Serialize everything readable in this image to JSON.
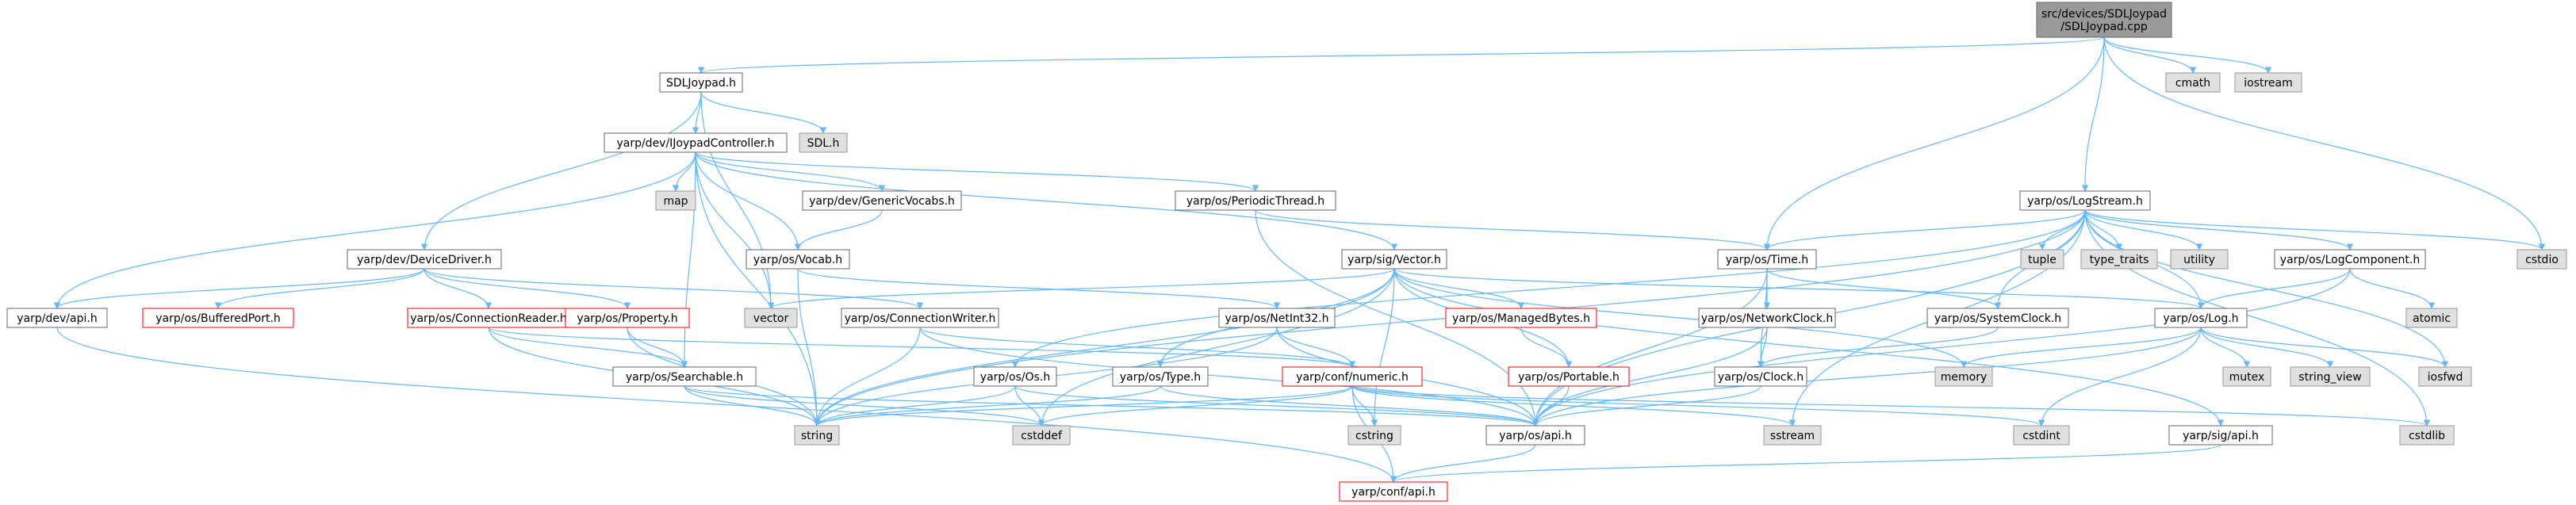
{
  "diagram": {
    "type": "include-dependency-graph",
    "colors": {
      "edge": "#63b8ff",
      "root_fill": "#999999",
      "root_border": "#666666",
      "normal_fill": "#ffffff",
      "normal_border": "#666666",
      "missing_fill": "#ffffff",
      "missing_border": "#ff0000",
      "system_fill": "#e0e0e0",
      "system_border": "#999999"
    },
    "nodes": [
      {
        "id": "root",
        "lines": [
          "src/devices/SDLJoypad",
          "/SDLJoypad.cpp"
        ],
        "kind": "root"
      },
      {
        "id": "sdljoypad_h",
        "lines": [
          "SDLJoypad.h"
        ],
        "kind": "normal"
      },
      {
        "id": "sdl_h",
        "lines": [
          "SDL.h"
        ],
        "kind": "system"
      },
      {
        "id": "cmath",
        "lines": [
          "cmath"
        ],
        "kind": "system"
      },
      {
        "id": "iostream",
        "lines": [
          "iostream"
        ],
        "kind": "system"
      },
      {
        "id": "ijoypad",
        "lines": [
          "yarp/dev/IJoypadController.h"
        ],
        "kind": "normal"
      },
      {
        "id": "map",
        "lines": [
          "map"
        ],
        "kind": "system"
      },
      {
        "id": "genericvocabs",
        "lines": [
          "yarp/dev/GenericVocabs.h"
        ],
        "kind": "normal"
      },
      {
        "id": "periodicthread",
        "lines": [
          "yarp/os/PeriodicThread.h"
        ],
        "kind": "normal"
      },
      {
        "id": "logstream",
        "lines": [
          "yarp/os/LogStream.h"
        ],
        "kind": "normal"
      },
      {
        "id": "devicedriver",
        "lines": [
          "yarp/dev/DeviceDriver.h"
        ],
        "kind": "normal"
      },
      {
        "id": "vocab",
        "lines": [
          "yarp/os/Vocab.h"
        ],
        "kind": "normal"
      },
      {
        "id": "sigvector",
        "lines": [
          "yarp/sig/Vector.h"
        ],
        "kind": "normal"
      },
      {
        "id": "time",
        "lines": [
          "yarp/os/Time.h"
        ],
        "kind": "normal"
      },
      {
        "id": "tuple",
        "lines": [
          "tuple"
        ],
        "kind": "system"
      },
      {
        "id": "type_traits",
        "lines": [
          "type_traits"
        ],
        "kind": "system"
      },
      {
        "id": "utility",
        "lines": [
          "utility"
        ],
        "kind": "system"
      },
      {
        "id": "logcomponent",
        "lines": [
          "yarp/os/LogComponent.h"
        ],
        "kind": "normal"
      },
      {
        "id": "cstdio",
        "lines": [
          "cstdio"
        ],
        "kind": "system"
      },
      {
        "id": "devapi",
        "lines": [
          "yarp/dev/api.h"
        ],
        "kind": "normal"
      },
      {
        "id": "bufferedport",
        "lines": [
          "yarp/os/BufferedPort.h"
        ],
        "kind": "missing"
      },
      {
        "id": "connreader",
        "lines": [
          "yarp/os/ConnectionReader.h"
        ],
        "kind": "missing"
      },
      {
        "id": "property",
        "lines": [
          "yarp/os/Property.h"
        ],
        "kind": "missing"
      },
      {
        "id": "connwriter",
        "lines": [
          "yarp/os/ConnectionWriter.h"
        ],
        "kind": "normal"
      },
      {
        "id": "vector",
        "lines": [
          "vector"
        ],
        "kind": "system"
      },
      {
        "id": "nint32",
        "lines": [
          "yarp/os/NetInt32.h"
        ],
        "kind": "normal"
      },
      {
        "id": "managedbytes",
        "lines": [
          "yarp/os/ManagedBytes.h"
        ],
        "kind": "missing"
      },
      {
        "id": "networkclock",
        "lines": [
          "yarp/os/NetworkClock.h"
        ],
        "kind": "normal"
      },
      {
        "id": "systemclock",
        "lines": [
          "yarp/os/SystemClock.h"
        ],
        "kind": "normal"
      },
      {
        "id": "log",
        "lines": [
          "yarp/os/Log.h"
        ],
        "kind": "normal"
      },
      {
        "id": "atomic",
        "lines": [
          "atomic"
        ],
        "kind": "system"
      },
      {
        "id": "searchable",
        "lines": [
          "yarp/os/Searchable.h"
        ],
        "kind": "normal"
      },
      {
        "id": "os",
        "lines": [
          "yarp/os/Os.h"
        ],
        "kind": "normal"
      },
      {
        "id": "type",
        "lines": [
          "yarp/os/Type.h"
        ],
        "kind": "normal"
      },
      {
        "id": "numeric",
        "lines": [
          "yarp/conf/numeric.h"
        ],
        "kind": "missing"
      },
      {
        "id": "portable",
        "lines": [
          "yarp/os/Portable.h"
        ],
        "kind": "missing"
      },
      {
        "id": "clock",
        "lines": [
          "yarp/os/Clock.h"
        ],
        "kind": "normal"
      },
      {
        "id": "memory",
        "lines": [
          "memory"
        ],
        "kind": "system"
      },
      {
        "id": "mutex",
        "lines": [
          "mutex"
        ],
        "kind": "system"
      },
      {
        "id": "string_view",
        "lines": [
          "string_view"
        ],
        "kind": "system"
      },
      {
        "id": "iosfwd",
        "lines": [
          "iosfwd"
        ],
        "kind": "system"
      },
      {
        "id": "string",
        "lines": [
          "string"
        ],
        "kind": "system"
      },
      {
        "id": "cstddef",
        "lines": [
          "cstddef"
        ],
        "kind": "system"
      },
      {
        "id": "cstring",
        "lines": [
          "cstring"
        ],
        "kind": "system"
      },
      {
        "id": "osapi",
        "lines": [
          "yarp/os/api.h"
        ],
        "kind": "normal"
      },
      {
        "id": "sstream",
        "lines": [
          "sstream"
        ],
        "kind": "system"
      },
      {
        "id": "cstdint",
        "lines": [
          "cstdint"
        ],
        "kind": "system"
      },
      {
        "id": "sigapi",
        "lines": [
          "yarp/sig/api.h"
        ],
        "kind": "normal"
      },
      {
        "id": "cstdlib",
        "lines": [
          "cstdlib"
        ],
        "kind": "system"
      },
      {
        "id": "confapi",
        "lines": [
          "yarp/conf/api.h"
        ],
        "kind": "missing"
      }
    ],
    "edges": [
      [
        "root",
        "sdljoypad_h"
      ],
      [
        "root",
        "cmath"
      ],
      [
        "root",
        "iostream"
      ],
      [
        "root",
        "logstream"
      ],
      [
        "root",
        "time"
      ],
      [
        "root",
        "cstdio"
      ],
      [
        "sdljoypad_h",
        "sdl_h"
      ],
      [
        "sdljoypad_h",
        "ijoypad"
      ],
      [
        "sdljoypad_h",
        "devicedriver"
      ],
      [
        "sdljoypad_h",
        "vector"
      ],
      [
        "ijoypad",
        "map"
      ],
      [
        "ijoypad",
        "genericvocabs"
      ],
      [
        "ijoypad",
        "periodicthread"
      ],
      [
        "ijoypad",
        "sigvector"
      ],
      [
        "ijoypad",
        "vocab"
      ],
      [
        "ijoypad",
        "vector"
      ],
      [
        "ijoypad",
        "devapi"
      ],
      [
        "ijoypad",
        "searchable"
      ],
      [
        "ijoypad",
        "string"
      ],
      [
        "genericvocabs",
        "vocab"
      ],
      [
        "periodicthread",
        "time"
      ],
      [
        "periodicthread",
        "osapi"
      ],
      [
        "logstream",
        "tuple"
      ],
      [
        "logstream",
        "type_traits"
      ],
      [
        "logstream",
        "utility"
      ],
      [
        "logstream",
        "logcomponent"
      ],
      [
        "logstream",
        "cstdio"
      ],
      [
        "logstream",
        "time"
      ],
      [
        "logstream",
        "systemclock"
      ],
      [
        "logstream",
        "log"
      ],
      [
        "logstream",
        "os"
      ],
      [
        "logstream",
        "osapi"
      ],
      [
        "logstream",
        "string"
      ],
      [
        "logstream",
        "sstream"
      ],
      [
        "logstream",
        "iosfwd"
      ],
      [
        "logstream",
        "cstdlib"
      ],
      [
        "devicedriver",
        "devapi"
      ],
      [
        "devicedriver",
        "bufferedport"
      ],
      [
        "devicedriver",
        "connreader"
      ],
      [
        "devicedriver",
        "property"
      ],
      [
        "devicedriver",
        "connwriter"
      ],
      [
        "vocab",
        "nint32"
      ],
      [
        "vocab",
        "string"
      ],
      [
        "sigvector",
        "vector"
      ],
      [
        "sigvector",
        "managedbytes"
      ],
      [
        "sigvector",
        "portable"
      ],
      [
        "sigvector",
        "type"
      ],
      [
        "sigvector",
        "cstring"
      ],
      [
        "sigvector",
        "cstddef"
      ],
      [
        "sigvector",
        "log"
      ],
      [
        "sigvector",
        "sigapi"
      ],
      [
        "sigvector",
        "memory"
      ],
      [
        "sigvector",
        "string"
      ],
      [
        "time",
        "networkclock"
      ],
      [
        "time",
        "systemclock"
      ],
      [
        "time",
        "clock"
      ],
      [
        "time",
        "osapi"
      ],
      [
        "logcomponent",
        "atomic"
      ],
      [
        "logcomponent",
        "log"
      ],
      [
        "logcomponent",
        "osapi"
      ],
      [
        "devapi",
        "confapi"
      ],
      [
        "connreader",
        "searchable"
      ],
      [
        "connreader",
        "numeric"
      ],
      [
        "connreader",
        "string"
      ],
      [
        "property",
        "searchable"
      ],
      [
        "property",
        "string"
      ],
      [
        "connwriter",
        "numeric"
      ],
      [
        "connwriter",
        "osapi"
      ],
      [
        "connwriter",
        "string"
      ],
      [
        "nint32",
        "numeric"
      ],
      [
        "nint32",
        "string"
      ],
      [
        "nint32",
        "osapi"
      ],
      [
        "managedbytes",
        "portable"
      ],
      [
        "networkclock",
        "clock"
      ],
      [
        "networkclock",
        "osapi"
      ],
      [
        "systemclock",
        "clock"
      ],
      [
        "log",
        "memory"
      ],
      [
        "log",
        "mutex"
      ],
      [
        "log",
        "string_view"
      ],
      [
        "log",
        "iosfwd"
      ],
      [
        "log",
        "cstdint"
      ],
      [
        "log",
        "osapi"
      ],
      [
        "searchable",
        "string"
      ],
      [
        "searchable",
        "osapi"
      ],
      [
        "searchable",
        "cstddef"
      ],
      [
        "os",
        "string"
      ],
      [
        "os",
        "cstddef"
      ],
      [
        "os",
        "osapi"
      ],
      [
        "type",
        "string"
      ],
      [
        "type",
        "osapi"
      ],
      [
        "numeric",
        "cstddef"
      ],
      [
        "numeric",
        "cstring"
      ],
      [
        "numeric",
        "string"
      ],
      [
        "numeric",
        "sstream"
      ],
      [
        "numeric",
        "cstdint"
      ],
      [
        "numeric",
        "cstdlib"
      ],
      [
        "numeric",
        "confapi"
      ],
      [
        "portable",
        "osapi"
      ],
      [
        "clock",
        "osapi"
      ],
      [
        "osapi",
        "confapi"
      ],
      [
        "sigapi",
        "confapi"
      ]
    ]
  }
}
